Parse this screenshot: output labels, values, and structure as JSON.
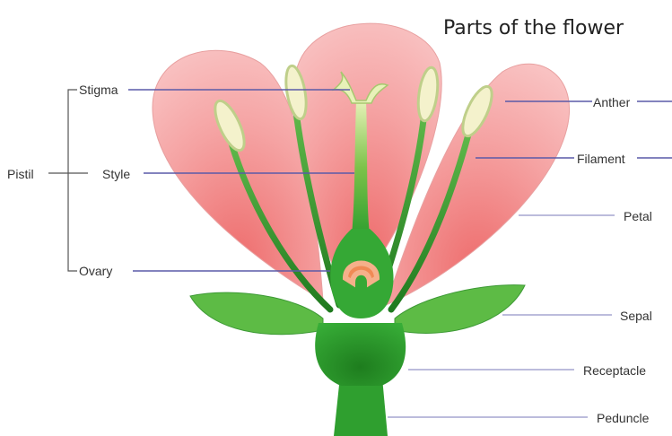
{
  "title": "Parts of the flower",
  "labels": {
    "stigma": "Stigma",
    "style": "Style",
    "ovary": "Ovary",
    "pistil": "Pistil",
    "anther": "Anther",
    "filament": "Filament",
    "petal": "Petal",
    "sepal": "Sepal",
    "receptacle": "Receptacle",
    "peduncle": "Peduncle"
  },
  "colors": {
    "petal": "#f3a0a0",
    "petal_edge": "#e57878",
    "stem": "#2f9f2f",
    "stem_dark": "#1f7a1f",
    "anther": "#f4f2cc",
    "ovule": "#f08a55",
    "leader_line": "#5a5aa8",
    "bracket_line": "#555555"
  }
}
